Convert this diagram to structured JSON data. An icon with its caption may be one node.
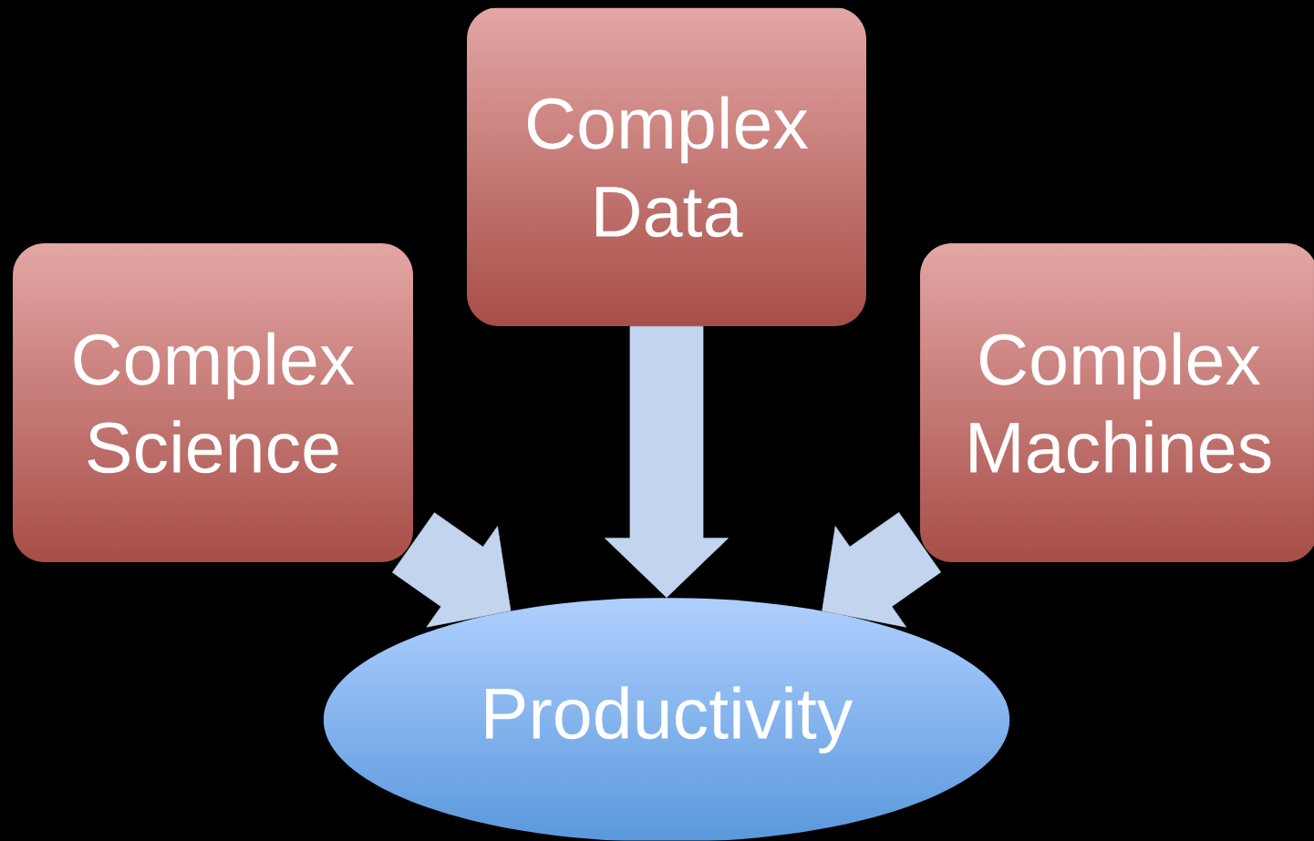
{
  "diagram": {
    "nodes": [
      {
        "text": [
          "Complex Data"
        ]
      },
      {
        "text": [
          "Complex Science"
        ]
      },
      {
        "text": [
          "Complex Machines"
        ]
      },
      {
        "text": [
          "Productivity"
        ]
      }
    ],
    "edges": [
      {
        "from": 1,
        "to": 3,
        "arrow": "to"
      },
      {
        "from": 0,
        "to": 3,
        "arrow": "to"
      },
      {
        "from": 2,
        "to": 3,
        "arrow": "to"
      }
    ]
  }
}
